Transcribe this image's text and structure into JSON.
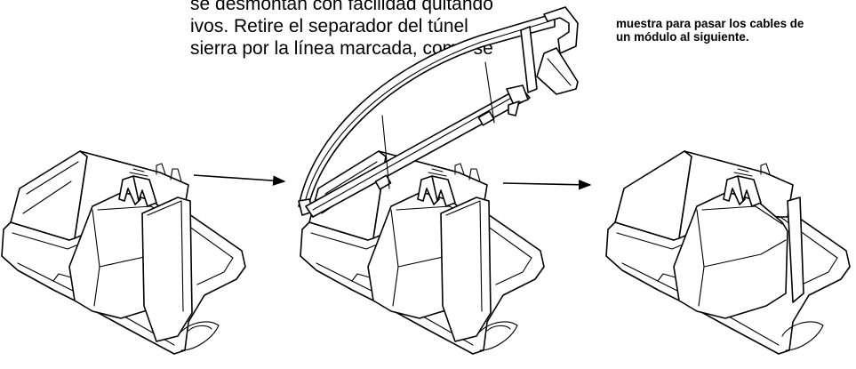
{
  "instructions": {
    "lines": [
      "se desmontan con facilidad quitando",
      "ivos. Retire el separador del túnel",
      "sierra por la línea marcada, como se"
    ]
  },
  "caption": {
    "lines": [
      "",
      "muestra para pasar los cables de",
      "un módulo al siguiente."
    ]
  },
  "colors": {
    "ink": "#000000",
    "paper": "#ffffff"
  }
}
